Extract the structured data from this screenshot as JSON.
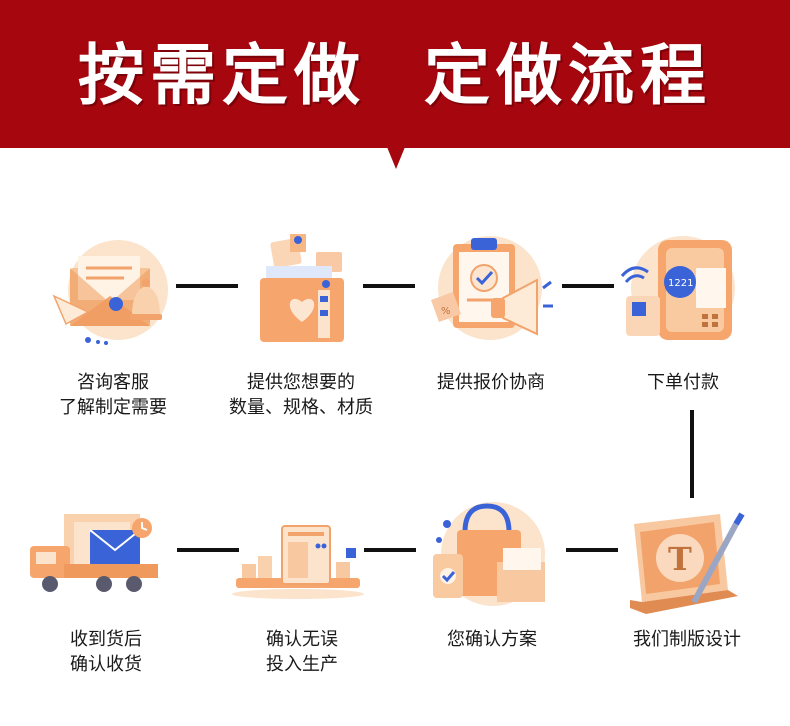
{
  "banner": {
    "title_left": "按需定做",
    "title_right": "定做流程",
    "color": "#a6060e"
  },
  "steps": [
    {
      "icon": "envelope-bell-icon",
      "lines": [
        "咨询客服",
        "了解制定需要"
      ]
    },
    {
      "icon": "folder-documents-icon",
      "lines": [
        "提供您想要的",
        "数量、规格、材质"
      ]
    },
    {
      "icon": "clipboard-megaphone-icon",
      "lines": [
        "提供报价协商"
      ]
    },
    {
      "icon": "payment-terminal-icon",
      "lines": [
        "下单付款"
      ]
    },
    {
      "icon": "design-blueprint-icon",
      "lines": [
        "我们制版设计"
      ]
    },
    {
      "icon": "shopping-bag-box-icon",
      "lines": [
        "您确认方案"
      ]
    },
    {
      "icon": "production-line-icon",
      "lines": [
        "确认无误",
        "投入生产"
      ]
    },
    {
      "icon": "delivery-truck-icon",
      "lines": [
        "收到货后",
        "确认收货"
      ]
    }
  ],
  "icon_colors": {
    "primary": "#f2a36b",
    "light": "#fbe3cc",
    "accent": "#3b63d8"
  }
}
